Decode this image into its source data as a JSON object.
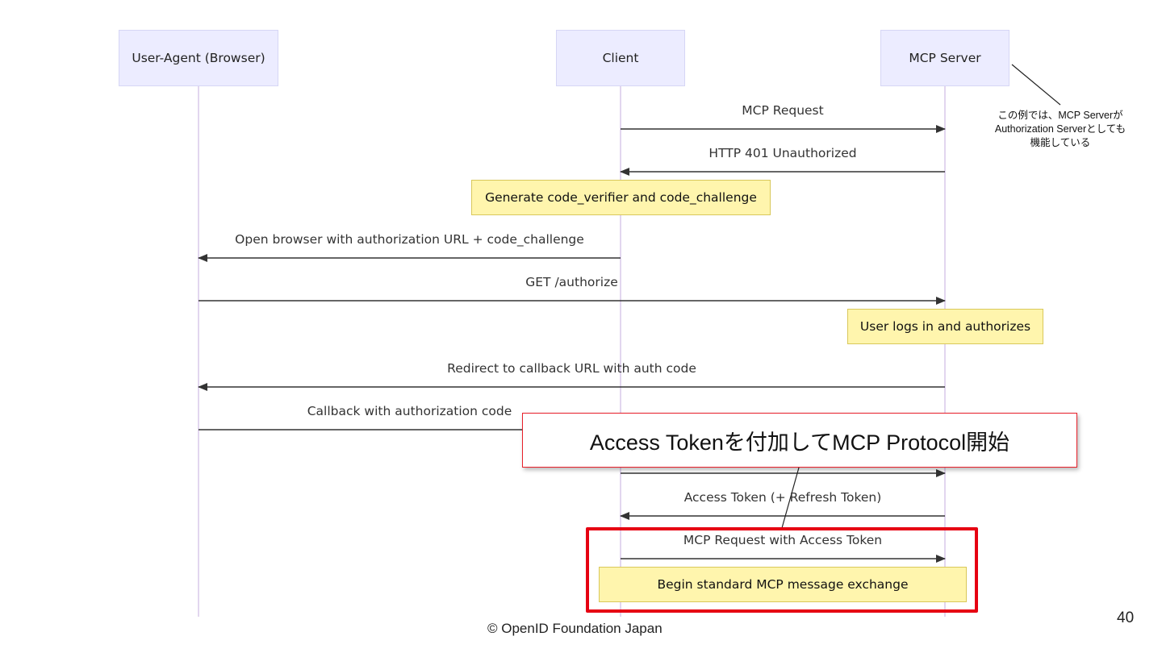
{
  "participants": [
    {
      "id": "browser",
      "label": "User-Agent (Browser)"
    },
    {
      "id": "client",
      "label": "Client"
    },
    {
      "id": "server",
      "label": "MCP Server"
    }
  ],
  "messages": [
    {
      "from": "client",
      "to": "server",
      "label": "MCP Request"
    },
    {
      "from": "server",
      "to": "client",
      "label": "HTTP 401 Unauthorized"
    },
    {
      "from": "client",
      "to": "browser",
      "label": "Open browser with authorization URL + code_challenge"
    },
    {
      "from": "browser",
      "to": "server",
      "label": "GET /authorize"
    },
    {
      "from": "server",
      "to": "browser",
      "label": "Redirect to callback URL with auth code"
    },
    {
      "from": "browser",
      "to": "client",
      "label": "Callback with authorization code"
    },
    {
      "from": "client",
      "to": "server",
      "label": ""
    },
    {
      "from": "server",
      "to": "client",
      "label": "Access Token (+ Refresh Token)"
    },
    {
      "from": "client",
      "to": "server",
      "label": "MCP Request with Access Token"
    }
  ],
  "notes": [
    {
      "label": "Generate code_verifier and code_challenge"
    },
    {
      "label": "User logs in and authorizes"
    },
    {
      "label": "Begin standard MCP message exchange"
    }
  ],
  "annotation": {
    "lines": [
      "この例では、MCP Serverが",
      "Authorization Serverとしても",
      "機能している"
    ]
  },
  "callout": {
    "label": "Access Tokenを付加してMCP Protocol開始"
  },
  "footer": "© OpenID Foundation Japan",
  "page_number": "40",
  "colors": {
    "lifeline": "#d8c8ea",
    "arrow": "#333333",
    "note_fill": "#fff5ad",
    "participant_fill": "#ececff",
    "highlight": "#e60012"
  }
}
